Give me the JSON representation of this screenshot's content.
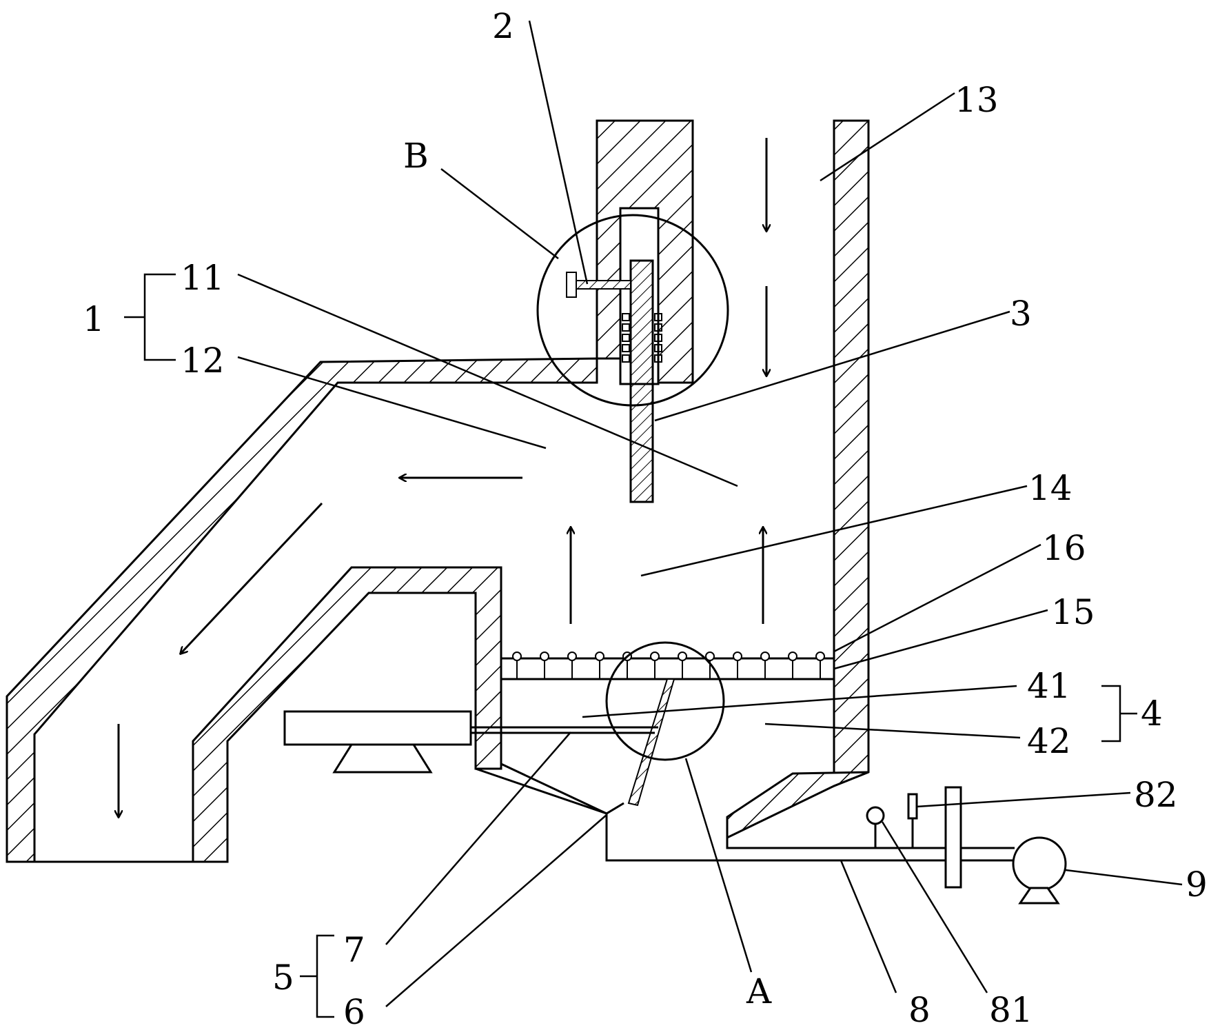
{
  "labels": {
    "l1": "1",
    "l11": "11",
    "l12": "12",
    "l13": "13",
    "l14": "14",
    "l15": "15",
    "l16": "16",
    "l2": "2",
    "l3": "3",
    "l4": "4",
    "l41": "41",
    "l42": "42",
    "l5": "5",
    "l6": "6",
    "l7": "7",
    "l8": "8",
    "l81": "81",
    "l82": "82",
    "l9": "9",
    "lA": "A",
    "lB": "B"
  }
}
